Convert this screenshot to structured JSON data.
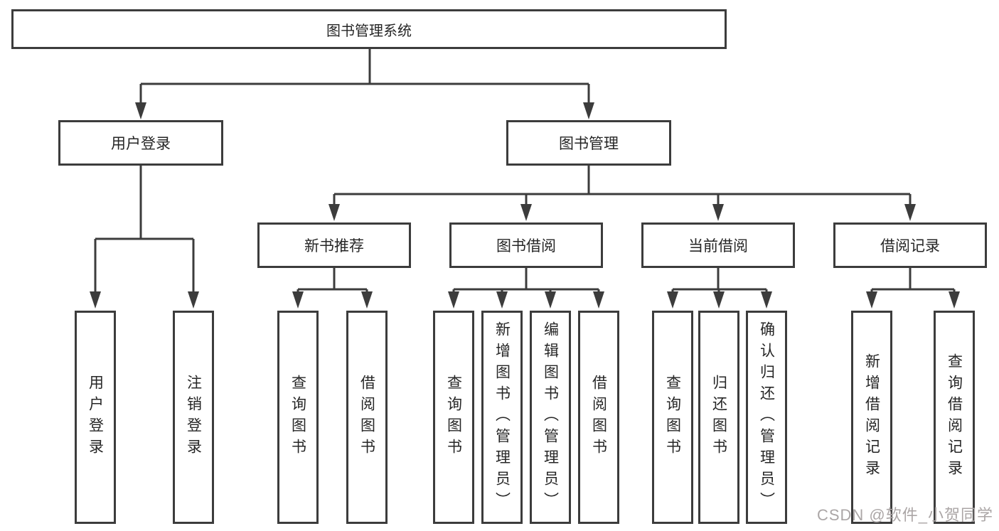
{
  "diagram": {
    "root": {
      "label": "图书管理系统"
    },
    "level2": [
      {
        "label": "用户登录"
      },
      {
        "label": "图书管理"
      }
    ],
    "level3": [
      {
        "label": "新书推荐"
      },
      {
        "label": "图书借阅"
      },
      {
        "label": "当前借阅"
      },
      {
        "label": "借阅记录"
      }
    ],
    "leaves": [
      {
        "label": "用户登录"
      },
      {
        "label": "注销登录"
      },
      {
        "label": "查询图书"
      },
      {
        "label": "借阅图书"
      },
      {
        "label": "查询图书"
      },
      {
        "label": "新增图书（管理员）"
      },
      {
        "label": "编辑图书（管理员）"
      },
      {
        "label": "借阅图书"
      },
      {
        "label": "查询图书"
      },
      {
        "label": "归还图书"
      },
      {
        "label": "确认归还（管理员）"
      },
      {
        "label": "新增借阅记录"
      },
      {
        "label": "查询借阅记录"
      }
    ],
    "watermark": "CSDN @软件_小贺同学",
    "colors": {
      "line": "#3c3c3c",
      "text": "#262626",
      "watermark": "#aba6a6",
      "background": "#ffffff"
    }
  }
}
